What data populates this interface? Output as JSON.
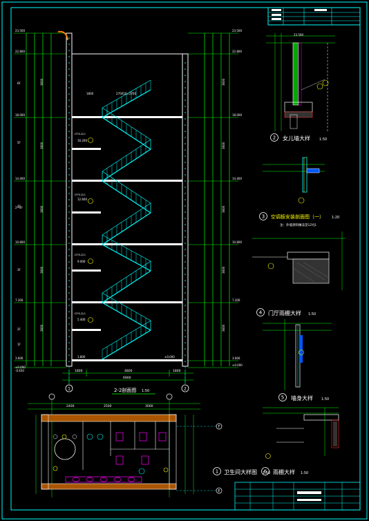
{
  "colors": {
    "background": "#000000",
    "frame": "#00ffff",
    "wall": "#ffffff",
    "dimension": "#00ff00",
    "stair": "#00ffff",
    "annotation": "#ffff00",
    "fixture": "#ff00ff",
    "hatch": "#00aa00",
    "accent_orange": "#ff8000",
    "accent_red": "#ff3030"
  },
  "main_section": {
    "title": "2-2剖面图",
    "scale": "1:50",
    "axis_left": "1",
    "axis_right": "2",
    "elevations_left": [
      "23.500",
      "22.800",
      "18.000",
      "14.400",
      "10.800",
      "7.200",
      "3.600",
      "±0.000",
      "-0.450"
    ],
    "elevations_right": [
      "23.500",
      "22.800",
      "18.000",
      "14.400",
      "10.800",
      "7.200",
      "3.600",
      "±0.000"
    ],
    "landings": [
      "16.200",
      "12.600",
      "9.000",
      "5.400",
      "1.800",
      "±0.000"
    ],
    "floor_labels": [
      "6F",
      "5F",
      "4F",
      "3F",
      "2F",
      "1F"
    ],
    "floor_side_label": "2~4F",
    "bottom_dims": [
      "1800",
      "4800",
      "1800"
    ],
    "total_width": "6900",
    "top_dim": "1800",
    "stair_dim": "270X10=2700",
    "stair_tag": "LTYS-ZJ-1",
    "right_dims": [
      "3600",
      "3600",
      "3600",
      "3600",
      "3600"
    ]
  },
  "details": [
    {
      "num": "2",
      "title": "女儿墙大样",
      "scale": "1:50",
      "elev": "23.500"
    },
    {
      "num": "3",
      "title": "空调板安装剖面图（一）",
      "scale": "1:20"
    },
    {
      "num": "4",
      "title": "门厅雨棚大样",
      "scale": "1:50"
    },
    {
      "num": "5",
      "title": "墙身大样",
      "scale": "1:50"
    },
    {
      "num": "1",
      "title": "卫生间大样图",
      "scale": "1:50"
    },
    {
      "num": "6",
      "title": "雨棚大样",
      "scale": "1:50"
    }
  ],
  "detail3_note": "注：外墙涂料做法见12YJ1",
  "bathroom": {
    "dims": [
      "2400",
      "2500",
      "3000"
    ],
    "axis_letters": [
      "F",
      "E"
    ]
  },
  "title_block": {
    "rows": [
      "",
      "",
      "",
      ""
    ]
  }
}
